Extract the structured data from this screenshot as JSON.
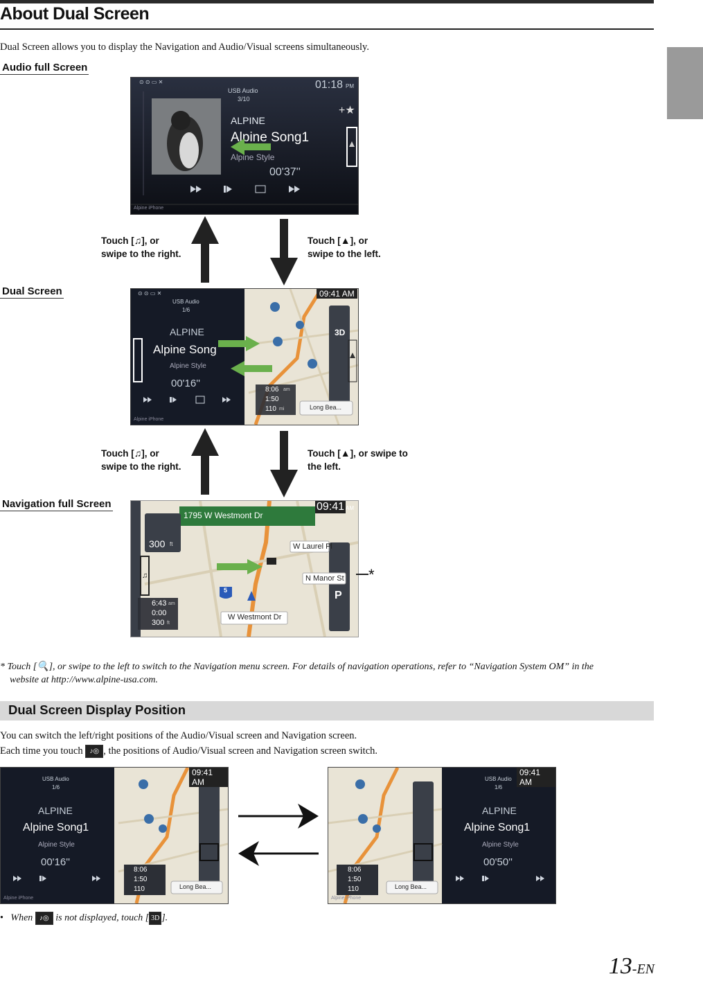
{
  "title": "About Dual Screen",
  "intro": "Dual Screen allows you to display the Navigation and Audio/Visual screens simultaneously.",
  "labels": {
    "audio_full": "Audio full Screen",
    "dual": "Dual Screen",
    "nav_full": "Navigation full Screen"
  },
  "captions": {
    "touch_music_1a": "Touch [",
    "touch_music_1b": "], or",
    "touch_music_1c": "swipe to the right.",
    "touch_up_1a": "Touch [",
    "touch_up_1b": "], or",
    "touch_up_1c": "swipe to the left.",
    "touch_music_2a": "Touch [",
    "touch_music_2b": "], or",
    "touch_music_2c": "swipe to the right.",
    "touch_up_2a": "Touch [",
    "touch_up_2b": "], or swipe to",
    "touch_up_2c": "the left."
  },
  "audio_screen": {
    "source": "USB Audio",
    "track_count": "3/10",
    "time": "01:18",
    "ampm": "PM",
    "artist": "ALPINE",
    "song": "Alpine Song1",
    "album": "Alpine Style",
    "elapsed": "00'37''",
    "device": "Alpine iPhone"
  },
  "dual_screen": {
    "source": "USB Audio",
    "track_count": "1/6",
    "time": "09:41 AM",
    "artist": "ALPINE",
    "song": "Alpine Song",
    "album": "Alpine Style",
    "elapsed": "00'16''",
    "device": "Alpine iPhone",
    "eta": "8:06",
    "eta_unit": "am",
    "duration": "1:50",
    "distance": "110",
    "dist_unit": "mi",
    "dest": "Long Bea...",
    "btn_3d": "3D"
  },
  "nav_screen": {
    "street_top": "1795 W Westmont Dr",
    "time": "09:41",
    "ampm": "AM",
    "turn_dist": "300",
    "turn_unit": "ft",
    "label1": "W Laurel Pl",
    "label2": "N Manor St",
    "label3": "W Westmont Dr",
    "shield": "5",
    "eta": "6:43",
    "eta_unit": "am",
    "duration": "0:00",
    "distance": "300",
    "dist_unit": "ft",
    "poi_p": "P",
    "asterisk": "*"
  },
  "footnote": "*  Touch [",
  "footnote_rest": "], or swipe to the left to switch to the Navigation menu screen. For details of navigation operations, refer to “Navigation System OM” in the",
  "footnote_line2": "website at http://www.alpine-usa.com.",
  "section2_title": "Dual Screen Display Position",
  "section2_p1": "You can switch the left/right positions of the Audio/Visual screen and Navigation screen.",
  "section2_p2a": "Each time you touch",
  "section2_p2b": ", the positions of Audio/Visual screen and Navigation screen switch.",
  "swap_left": {
    "source": "USB Audio",
    "track_count": "1/6",
    "time": "09:41 AM",
    "artist": "ALPINE",
    "song": "Alpine Song1",
    "album": "Alpine Style",
    "elapsed": "00'16''",
    "device": "Alpine iPhone",
    "eta": "8:06",
    "duration": "1:50",
    "distance": "110",
    "dest": "Long Bea..."
  },
  "swap_right": {
    "source": "USB Audio",
    "track_count": "1/6",
    "time": "09:41 AM",
    "artist": "ALPINE",
    "song": "Alpine Song1",
    "album": "Alpine Style",
    "elapsed": "00'50''",
    "device": "Alpine iPhone",
    "eta": "8:06",
    "duration": "1:50",
    "distance": "110",
    "dest": "Long Bea..."
  },
  "bullet_a": "When",
  "bullet_b": "is not displayed, touch [",
  "bullet_c": "].",
  "page_num": "13",
  "page_suffix": "-EN",
  "colors": {
    "green_arrow": "#6ab04c",
    "map_bg": "#e9e4d6",
    "route": "#e8923a"
  },
  "icons": [
    "music-note-icon",
    "up-arrow-icon",
    "search-icon",
    "swap-icon",
    "menu-3d-icon"
  ]
}
